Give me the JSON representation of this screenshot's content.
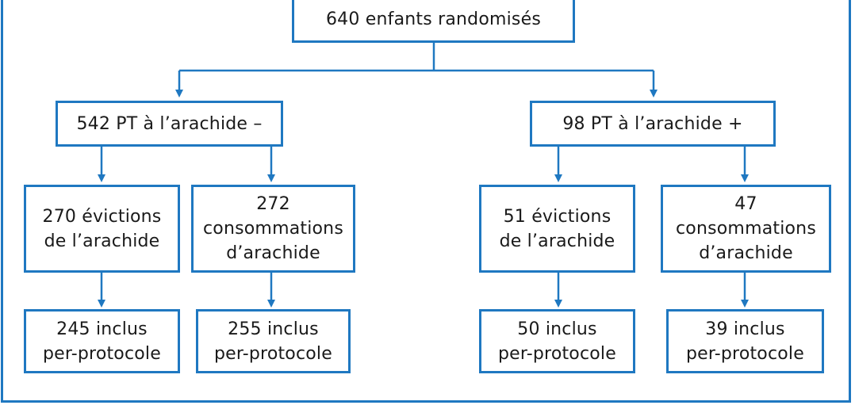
{
  "colors": {
    "accent": "#1f78c1",
    "text": "#1a1a1a",
    "background": "#ffffff"
  },
  "diagram": {
    "root": "640 enfants randomisés",
    "branch_left": "542 PT à l’arachide –",
    "branch_right": "98 PT à l’arachide +",
    "left_eviction": "270 évictions\nde l’arachide",
    "left_consumption": "272\nconsommations\nd’arachide",
    "right_eviction": "51 évictions\nde l’arachide",
    "right_consumption": "47\nconsommations\nd’arachide",
    "left_eviction_pp": "245 inclus\nper-protocole",
    "left_consumption_pp": "255 inclus\nper-protocole",
    "right_eviction_pp": "50 inclus\nper-protocole",
    "right_consumption_pp": "39 inclus\nper-protocole"
  }
}
